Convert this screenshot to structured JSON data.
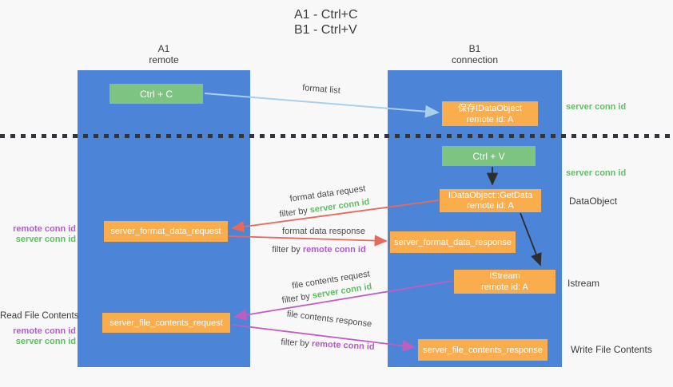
{
  "title": {
    "lines": [
      "A1 - Ctrl+C",
      "B1 - Ctrl+V"
    ]
  },
  "lifelines": {
    "a1": {
      "name": "A1",
      "role": "remote"
    },
    "b1": {
      "name": "B1",
      "role": "connection"
    }
  },
  "nodes": {
    "ctrl_c": {
      "label": "Ctrl + C"
    },
    "save_dataobject": {
      "line1": "保存IDataObject",
      "line2": "remote id: A"
    },
    "ctrl_v": {
      "label": "Ctrl + V"
    },
    "getdata": {
      "line1": "IDataObject::GetData",
      "line2": "remote id: A"
    },
    "format_request": {
      "label": "server_format_data_request"
    },
    "format_response": {
      "label": "server_format_data_response"
    },
    "istream": {
      "line1": "IStream",
      "line2": "remote id: A"
    },
    "file_request": {
      "label": "server_file_contents_request"
    },
    "file_response": {
      "label": "server_file_contents_response"
    }
  },
  "messages": {
    "format_list": {
      "label": "format list"
    },
    "format_data_request": {
      "label": "format data request",
      "filter_prefix": "filter by ",
      "filter_key": "server conn id"
    },
    "format_data_response": {
      "label": "format data response",
      "filter_prefix": "filter by ",
      "filter_key": "remote conn id"
    },
    "file_contents_request": {
      "label": "file contents request",
      "filter_prefix": "filter by ",
      "filter_key": "server conn id"
    },
    "file_contents_response": {
      "label": "file contents response",
      "filter_prefix": "filter by ",
      "filter_key": "remote conn id"
    }
  },
  "side_labels": {
    "right_top_server_conn_id": "server conn id",
    "right_mid_server_conn_id": "server conn id",
    "dataobject": "DataObject",
    "istream": "Istream",
    "write_file_contents": "Write File Contents",
    "left_mid": {
      "remote_conn_id": "remote conn id",
      "server_conn_id": "server conn id"
    },
    "left_bottom": {
      "read_file_contents": "Read File Contents",
      "remote_conn_id": "remote conn id",
      "server_conn_id": "server conn id"
    }
  },
  "colors": {
    "lifeline_blue": "#4c85d8",
    "node_orange": "#f9ad4d",
    "node_green": "#7cc47f",
    "arrow_red": "#e7695c",
    "arrow_magenta": "#c05ec0",
    "arrow_lightblue": "#a9cfec",
    "arrow_black": "#2e2e2e",
    "label_green": "#5fbf63",
    "label_purple": "#b35ccb"
  }
}
